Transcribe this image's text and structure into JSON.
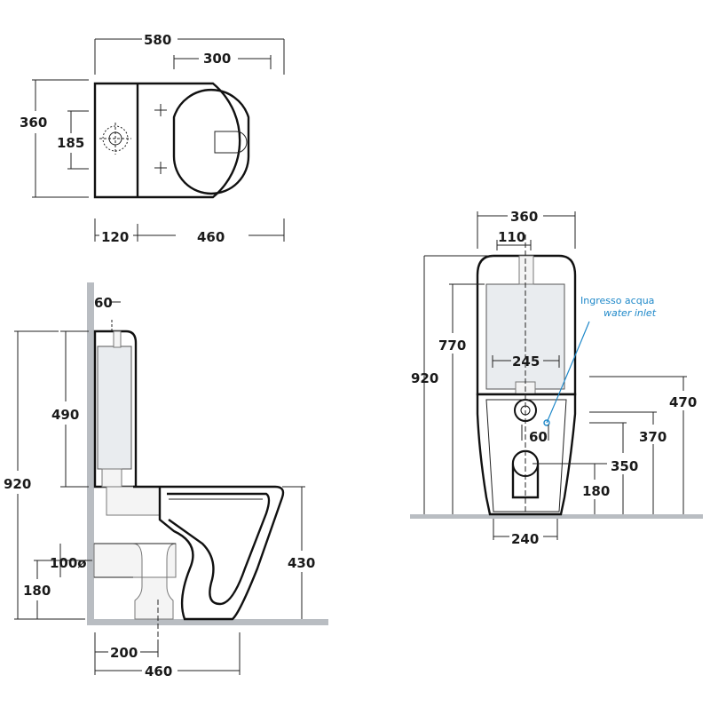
{
  "top_view": {
    "width_total": "580",
    "bowl_center_offset": "300",
    "depth_total": "360",
    "inlet_offset": "185",
    "tank_depth": "120",
    "bowl_length": "460"
  },
  "side_view": {
    "cistern_offset": "60",
    "cistern_height": "490",
    "total_height": "920",
    "pipe_diameter": "100ø",
    "outlet_height": "180",
    "seat_height": "430",
    "outlet_distance": "200",
    "base_length": "460"
  },
  "front_view": {
    "width": "360",
    "inlet_spacing": "110",
    "cistern_top": "770",
    "total_height": "920",
    "tank_inner": "245",
    "inlet_size": "60",
    "right_dim_1": "470",
    "right_dim_2": "370",
    "right_dim_3": "350",
    "right_dim_4": "180",
    "base_width": "240",
    "water_inlet_it": "Ingresso acqua",
    "water_inlet_en": "water inlet"
  },
  "colors": {
    "line": "#111111",
    "tank_fill": "#e9ecef",
    "wall_fill": "#b9bdc2",
    "annotation": "#1e88c9"
  }
}
